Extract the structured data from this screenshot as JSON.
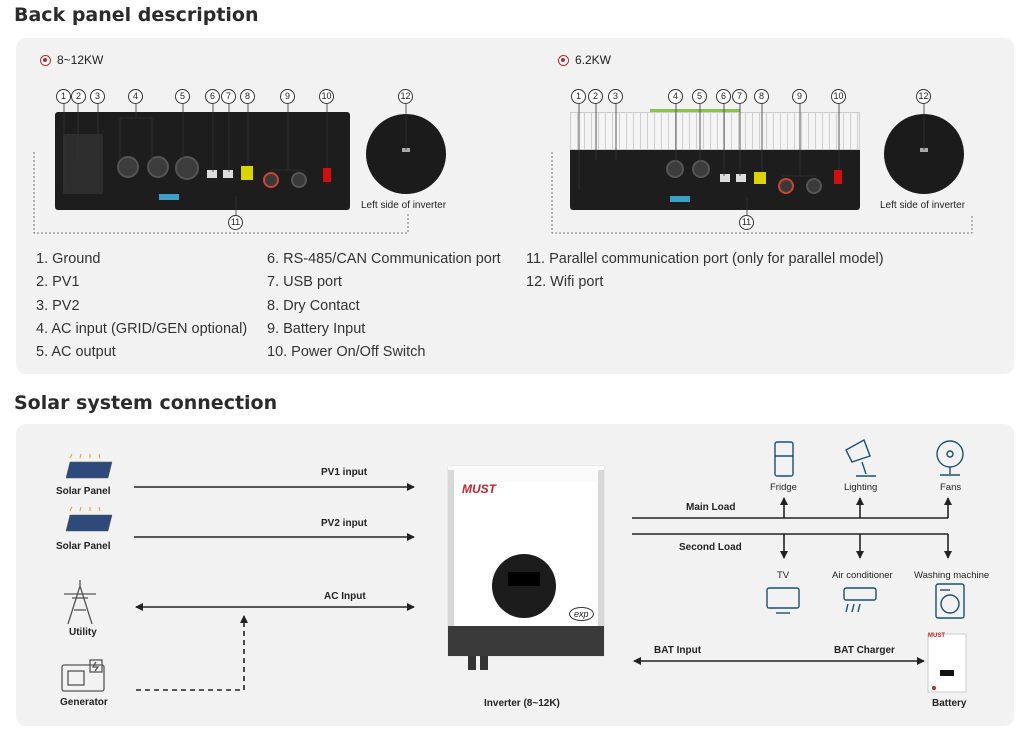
{
  "sections": {
    "back_panel_title": "Back panel description",
    "solar_title": "Solar system connection"
  },
  "models": [
    {
      "label": "8~12KW",
      "wifi_caption": "Left side of inverter"
    },
    {
      "label": "6.2KW",
      "wifi_caption": "Left side of inverter"
    }
  ],
  "callouts": [
    "1",
    "2",
    "3",
    "4",
    "5",
    "6",
    "7",
    "8",
    "9",
    "10",
    "11",
    "12"
  ],
  "legend": {
    "col1": [
      "1.  Ground",
      "2.  PV1",
      "3.  PV2",
      "4.  AC input (GRID/GEN optional)",
      "5.  AC output"
    ],
    "col2": [
      "6.  RS-485/CAN Communication port",
      "7.  USB port",
      "8.  Dry Contact",
      "9.  Battery Input",
      "10. Power On/Off Switch"
    ],
    "col3": [
      "11. Parallel communication port (only for parallel model)",
      "12. Wifi port"
    ]
  },
  "connection": {
    "solar_panel_1": "Solar Panel",
    "solar_panel_2": "Solar Panel",
    "utility": "Utility",
    "generator": "Generator",
    "pv1_input": "PV1 input",
    "pv2_input": "PV2 input",
    "ac_input": "AC Input",
    "inverter_label": "Inverter (8~12K)",
    "inverter_brand": "MUST",
    "inverter_badge": "exp",
    "main_load": "Main Load",
    "second_load": "Second Load",
    "bat_input": "BAT Input",
    "bat_charger": "BAT Charger",
    "battery": "Battery",
    "battery_brand": "MUST",
    "main_loads": [
      "Fridge",
      "Lighting",
      "Fans"
    ],
    "second_loads": [
      "TV",
      "Air conditioner",
      "Washing machine"
    ]
  }
}
